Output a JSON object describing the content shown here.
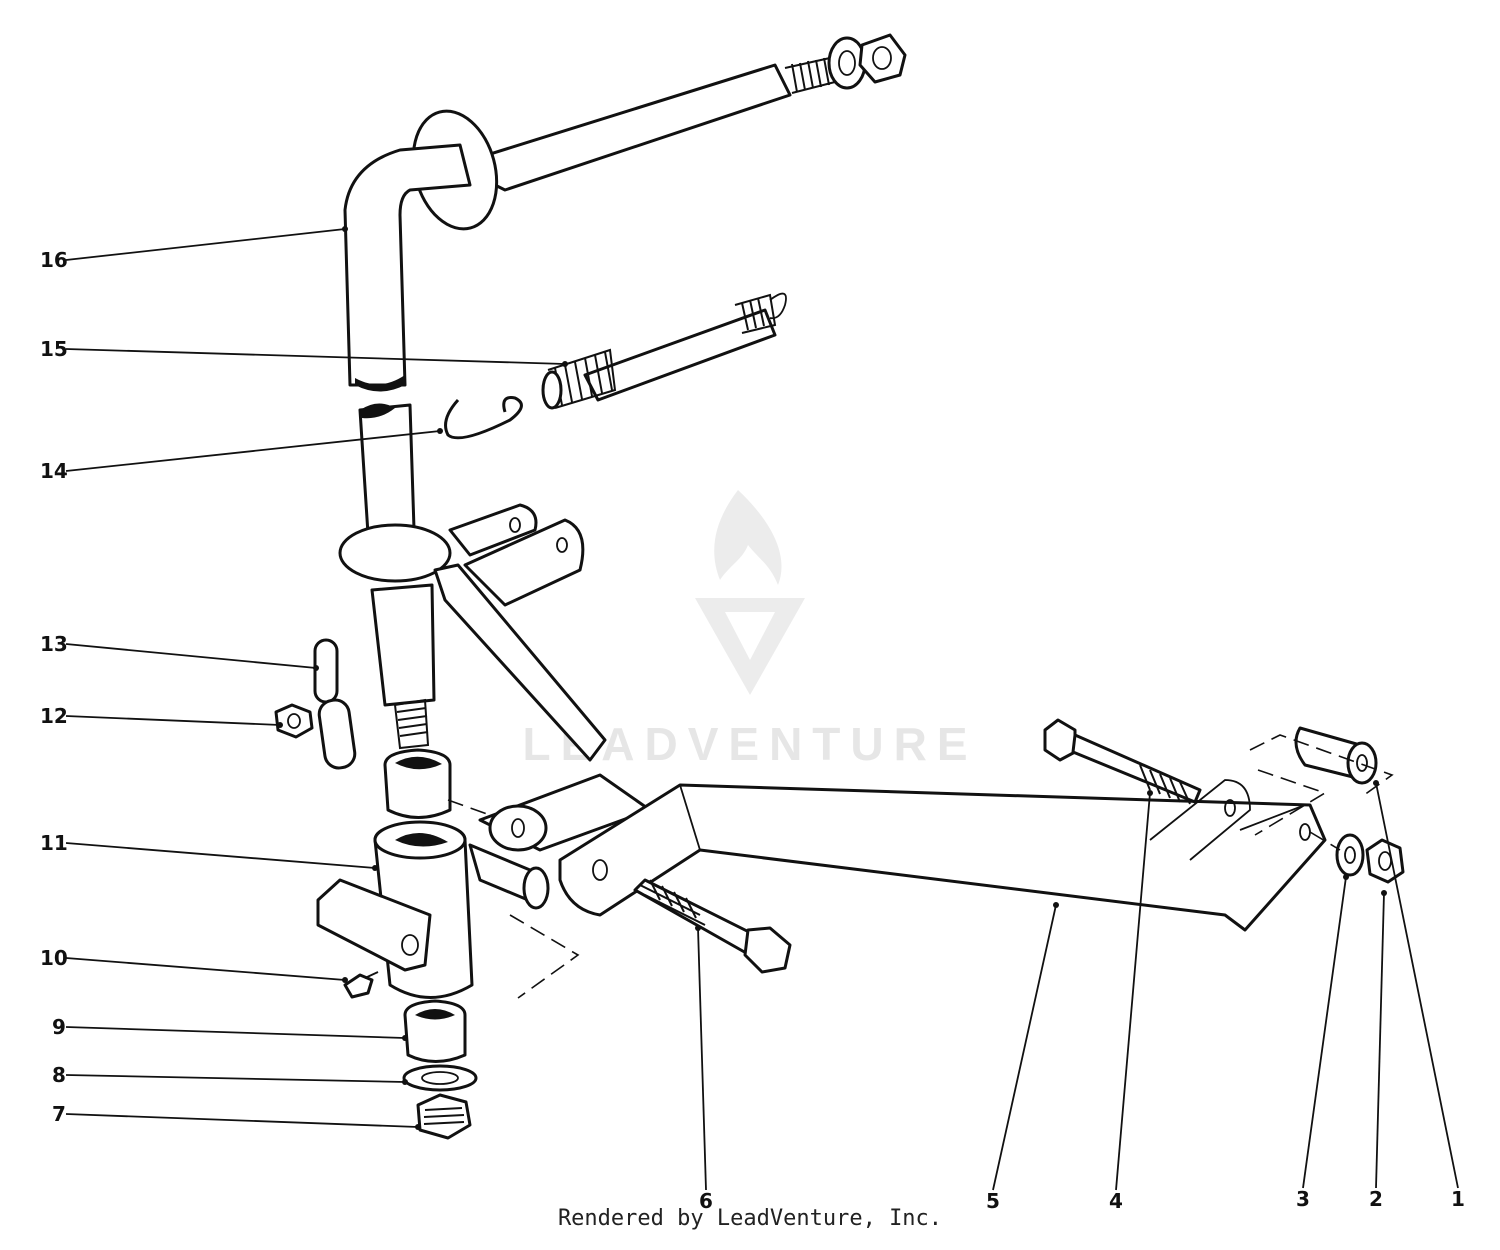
{
  "callouts": [
    {
      "id": "1",
      "label": "1"
    },
    {
      "id": "2",
      "label": "2"
    },
    {
      "id": "3",
      "label": "3"
    },
    {
      "id": "4",
      "label": "4"
    },
    {
      "id": "5",
      "label": "5"
    },
    {
      "id": "6",
      "label": "6"
    },
    {
      "id": "7",
      "label": "7"
    },
    {
      "id": "8",
      "label": "8"
    },
    {
      "id": "9",
      "label": "9"
    },
    {
      "id": "10",
      "label": "10"
    },
    {
      "id": "11",
      "label": "11"
    },
    {
      "id": "12",
      "label": "12"
    },
    {
      "id": "13",
      "label": "13"
    },
    {
      "id": "14",
      "label": "14"
    },
    {
      "id": "15",
      "label": "15"
    },
    {
      "id": "16",
      "label": "16"
    }
  ],
  "watermark": {
    "text": "LEADVENTURE"
  },
  "footer": {
    "credit": "Rendered by LeadVenture, Inc."
  }
}
